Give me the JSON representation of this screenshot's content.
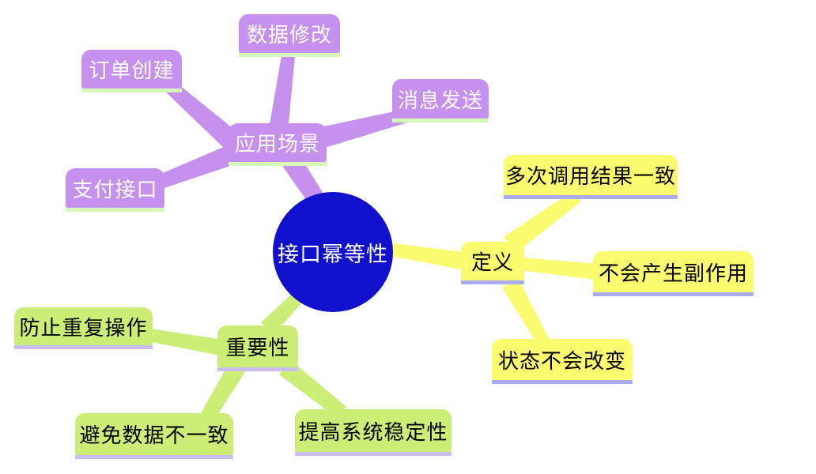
{
  "center": {
    "label": "接口幂等性"
  },
  "branches": [
    {
      "label": "应用场景",
      "children": [
        {
          "label": "数据修改"
        },
        {
          "label": "订单创建"
        },
        {
          "label": "消息发送"
        },
        {
          "label": "支付接口"
        }
      ]
    },
    {
      "label": "定义",
      "children": [
        {
          "label": "多次调用结果一致"
        },
        {
          "label": "不会产生副作用"
        },
        {
          "label": "状态不会改变"
        }
      ]
    },
    {
      "label": "重要性",
      "children": [
        {
          "label": "防止重复操作"
        },
        {
          "label": "避免数据不一致"
        },
        {
          "label": "提高系统稳定性"
        }
      ]
    }
  ],
  "colors": {
    "center_fill": "#1111CD",
    "center_text": "#FFFFFF",
    "branch_scenarios_fill": "#C690EE",
    "branch_scenarios_underline": "#D5F7B8",
    "branch_scenarios_text": "#FFFFFF",
    "branch_definition_fill": "#FBFB6F",
    "branch_definition_underline": "#ABABEF",
    "branch_definition_text": "#000000",
    "branch_importance_fill": "#CCEE77",
    "branch_importance_underline": "#CBBDEF",
    "branch_importance_text": "#000000",
    "background": "#FFFFFF"
  }
}
